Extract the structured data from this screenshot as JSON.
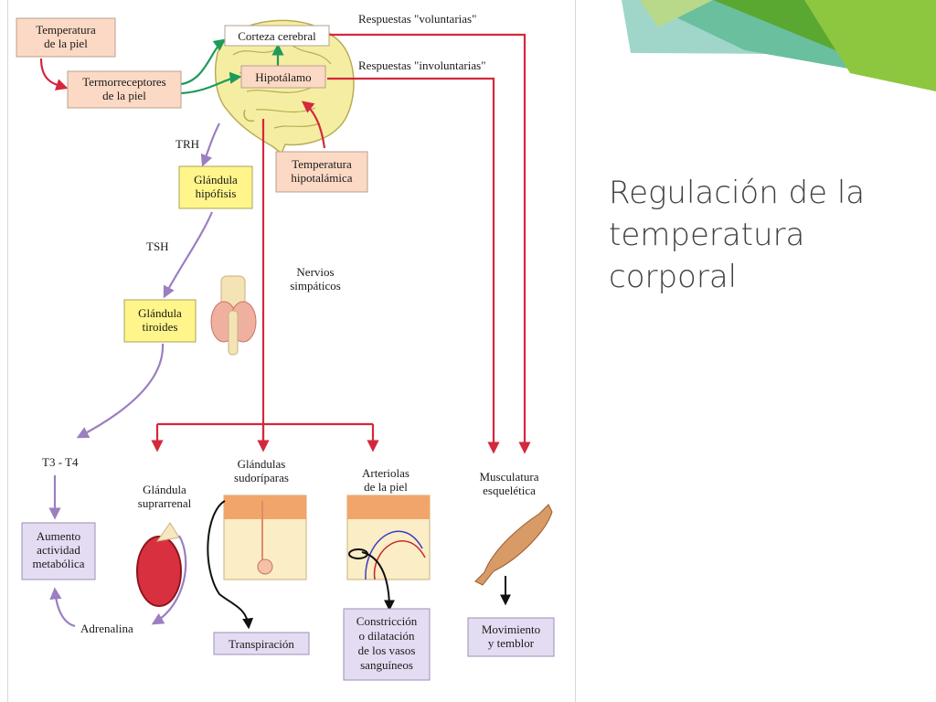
{
  "slide": {
    "title_lines": [
      "Regulación de la",
      "temperatura",
      "corporal"
    ]
  },
  "diagram": {
    "boxes": {
      "skin_temp": [
        "Temperatura",
        "de la piel"
      ],
      "thermoreceptors": [
        "Termorreceptores",
        "de la piel"
      ],
      "cortex": [
        "Corteza cerebral"
      ],
      "hypothalamus": [
        "Hipotálamo"
      ],
      "hypothalamic_temp": [
        "Temperatura",
        "hipotalámica"
      ],
      "pituitary": [
        "Glándula",
        "hipófisis"
      ],
      "thyroid": [
        "Glándula",
        "tiroides"
      ],
      "metabolism": [
        "Aumento",
        "actividad",
        "metabólica"
      ],
      "sweating": [
        "Transpiración"
      ],
      "vessels": [
        "Constricción",
        "o dilatación",
        "de los vasos",
        "sanguíneos"
      ],
      "movement": [
        "Movimiento",
        "y temblor"
      ]
    },
    "labels": {
      "voluntary": "Respuestas \"voluntarias\"",
      "involuntary": "Respuestas \"involuntarias\"",
      "trh": "TRH",
      "tsh": "TSH",
      "sympathetic": [
        "Nervios",
        "simpáticos"
      ],
      "t3t4": "T3 - T4",
      "adrenal": [
        "Glándula",
        "suprarrenal"
      ],
      "sweat_glands": [
        "Glándulas",
        "sudoríparas"
      ],
      "arterioles": [
        "Arteriolas",
        "de la piel"
      ],
      "muscle": [
        "Musculatura",
        "esquelética"
      ],
      "adrenaline": "Adrenalina"
    },
    "colors": {
      "red_arrow": "#d4283c",
      "green_arrow": "#1f9a5a",
      "purple_arrow": "#9b7fc0",
      "box_peach": "#fcd9c4",
      "box_yellow": "#fff58a",
      "box_lavender": "#e4dcf2"
    }
  },
  "decoration": {
    "accent_colors": [
      "#8dc63f",
      "#5aa832",
      "#b9d98a",
      "#9fd6c9",
      "#6abf9e"
    ]
  }
}
